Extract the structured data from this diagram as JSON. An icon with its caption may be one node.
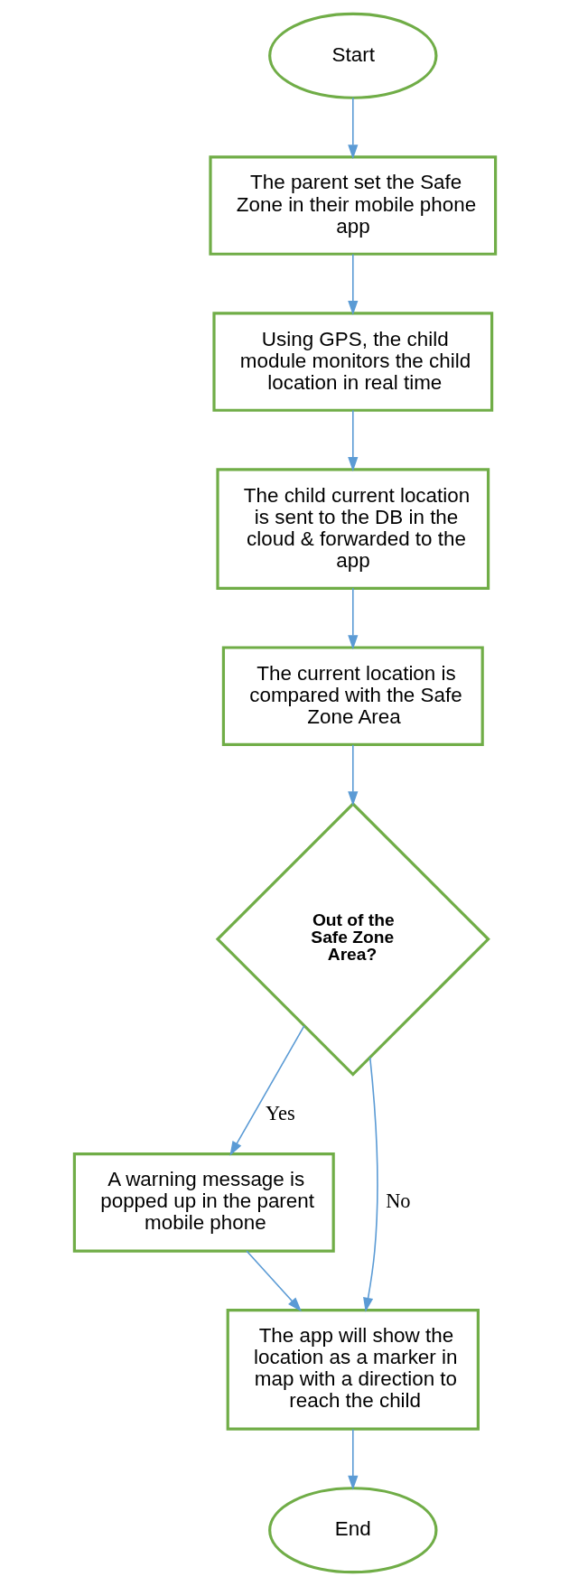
{
  "diagram": {
    "nodes": [
      {
        "text": [
          "Start"
        ]
      },
      {
        "text": [
          "The parent set the Safe Zone in their mobile phone app"
        ]
      },
      {
        "text": [
          "Using GPS, the child module monitors the child location in real time"
        ]
      },
      {
        "text": [
          "The child current location is sent to the DB in the cloud & forwarded to the app"
        ]
      },
      {
        "text": [
          "The current location is compared with the Safe Zone Area"
        ]
      },
      {
        "text": [
          "Out of the Safe Zone Area?"
        ]
      },
      {
        "text": [
          "A warning message is popped up in the parent mobile phone"
        ]
      },
      {
        "text": [
          "The app will show the location as a marker in map with a direction to reach the child"
        ]
      },
      {
        "text": [
          "End"
        ]
      }
    ],
    "edges": [
      {
        "from": 0,
        "to": 1,
        "arrow": "to"
      },
      {
        "from": 1,
        "to": 2,
        "arrow": "to"
      },
      {
        "from": 2,
        "to": 3,
        "arrow": "to"
      },
      {
        "from": 3,
        "to": 4,
        "arrow": "to"
      },
      {
        "from": 4,
        "to": 5,
        "arrow": "to"
      },
      {
        "from": 5,
        "to": 6,
        "label": "Yes",
        "arrow": "to"
      },
      {
        "from": 5,
        "to": 7,
        "label": "No",
        "arrow": "to"
      },
      {
        "from": 6,
        "to": 7,
        "arrow": "to"
      },
      {
        "from": 7,
        "to": 8,
        "arrow": "to"
      }
    ]
  }
}
